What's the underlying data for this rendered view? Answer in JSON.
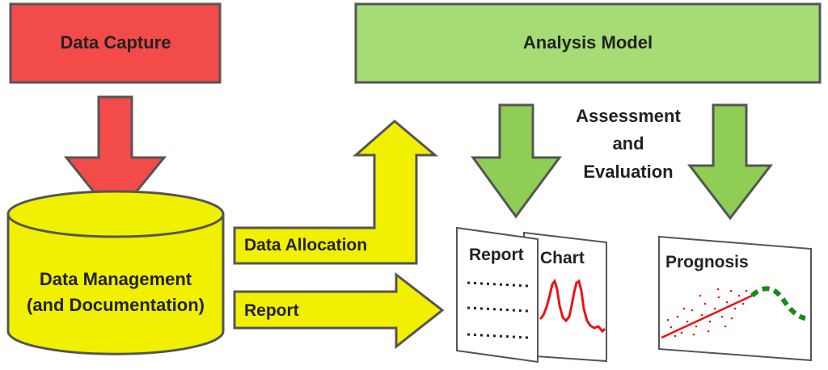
{
  "boxes": {
    "data_capture": {
      "label": "Data Capture",
      "fill": "#f34a4a"
    },
    "analysis_model": {
      "label": "Analysis Model",
      "fill": "#a5dc75"
    }
  },
  "database": {
    "line1": "Data Management",
    "line2": "(and Documentation)",
    "fill": "#f0f000"
  },
  "arrows": {
    "data_allocation": "Data Allocation",
    "report": "Report",
    "assessment_line1": "Assessment",
    "assessment_line2": "and",
    "assessment_line3": "Evaluation"
  },
  "documents": {
    "report_title": "Report",
    "chart_title": "Chart",
    "prognosis_title": "Prognosis"
  },
  "colors": {
    "red_arrow": "#f34a4a",
    "green_arrow": "#8fce55",
    "yellow": "#f0f000",
    "chart_line": "#ee1111",
    "prognosis_dash": "#1a8a1a"
  }
}
